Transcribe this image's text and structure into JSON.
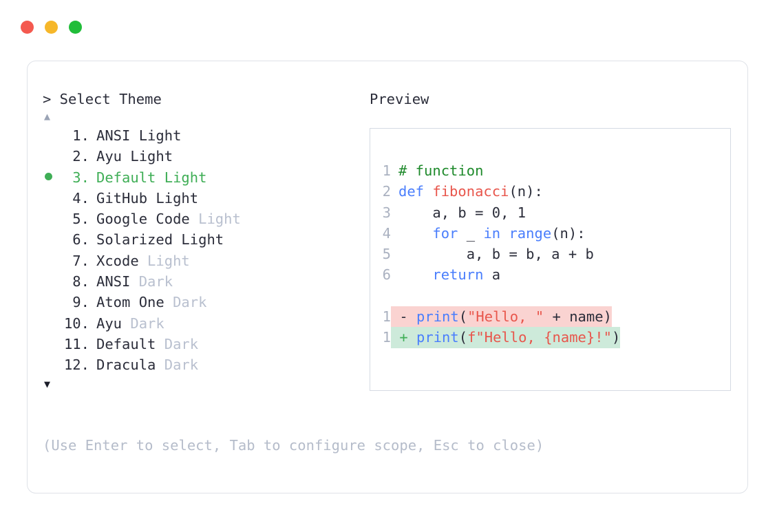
{
  "window": {
    "dots": [
      {
        "name": "close-dot",
        "color": "#f4594f"
      },
      {
        "name": "minimize-dot",
        "color": "#f6b72a"
      },
      {
        "name": "maximize-dot",
        "color": "#20bd39"
      }
    ]
  },
  "selector": {
    "prompt": "> Select Theme",
    "scroll_up_icon": "▲",
    "scroll_down_icon": "▼",
    "selected_index": 3,
    "selected_bullet_icon": "●",
    "items": [
      {
        "index": " 1.",
        "name": "ANSI",
        "suffix": "Light",
        "muted": false,
        "selected": false
      },
      {
        "index": " 2.",
        "name": "Ayu",
        "suffix": "Light",
        "muted": false,
        "selected": false
      },
      {
        "index": " 3.",
        "name": "Default",
        "suffix": "Light",
        "muted": false,
        "selected": true
      },
      {
        "index": " 4.",
        "name": "GitHub",
        "suffix": "Light",
        "muted": false,
        "selected": false
      },
      {
        "index": " 5.",
        "name": "Google Code",
        "suffix": "Light",
        "muted": true,
        "selected": false
      },
      {
        "index": " 6.",
        "name": "Solarized",
        "suffix": "Light",
        "muted": false,
        "selected": false
      },
      {
        "index": " 7.",
        "name": "Xcode",
        "suffix": "Light",
        "muted": true,
        "selected": false
      },
      {
        "index": " 8.",
        "name": "ANSI",
        "suffix": "Dark",
        "muted": true,
        "selected": false
      },
      {
        "index": " 9.",
        "name": "Atom One",
        "suffix": "Dark",
        "muted": true,
        "selected": false
      },
      {
        "index": "10.",
        "name": "Ayu",
        "suffix": "Dark",
        "muted": true,
        "selected": false
      },
      {
        "index": "11.",
        "name": "Default",
        "suffix": "Dark",
        "muted": true,
        "selected": false
      },
      {
        "index": "12.",
        "name": "Dracula",
        "suffix": "Dark",
        "muted": true,
        "selected": false
      }
    ],
    "hint": "(Use Enter to select, Tab to configure scope, Esc to close)"
  },
  "preview": {
    "label": "Preview",
    "code_lines": [
      {
        "n": "1",
        "tokens": [
          {
            "t": "# function",
            "c": "tok-comment"
          }
        ]
      },
      {
        "n": "2",
        "tokens": [
          {
            "t": "def ",
            "c": "tok-keyword"
          },
          {
            "t": "fibonacci",
            "c": "tok-func"
          },
          {
            "t": "(n):",
            "c": "tok-plain"
          }
        ]
      },
      {
        "n": "3",
        "tokens": [
          {
            "t": "    a, b = ",
            "c": "tok-plain"
          },
          {
            "t": "0",
            "c": "tok-number"
          },
          {
            "t": ", ",
            "c": "tok-plain"
          },
          {
            "t": "1",
            "c": "tok-number"
          }
        ]
      },
      {
        "n": "4",
        "tokens": [
          {
            "t": "    ",
            "c": "tok-plain"
          },
          {
            "t": "for",
            "c": "tok-keyword"
          },
          {
            "t": " _ ",
            "c": "tok-plain"
          },
          {
            "t": "in",
            "c": "tok-keyword"
          },
          {
            "t": " ",
            "c": "tok-plain"
          },
          {
            "t": "range",
            "c": "tok-builtin"
          },
          {
            "t": "(n):",
            "c": "tok-plain"
          }
        ]
      },
      {
        "n": "5",
        "tokens": [
          {
            "t": "        a, b = b, a + b",
            "c": "tok-plain"
          }
        ]
      },
      {
        "n": "6",
        "tokens": [
          {
            "t": "    ",
            "c": "tok-plain"
          },
          {
            "t": "return",
            "c": "tok-keyword"
          },
          {
            "t": " a",
            "c": "tok-plain"
          }
        ]
      }
    ],
    "diff_lines": [
      {
        "n": "1",
        "kind": "minus",
        "sign": "-",
        "tokens": [
          {
            "t": "print",
            "c": "tok-builtin"
          },
          {
            "t": "(",
            "c": "tok-plain"
          },
          {
            "t": "\"Hello, \"",
            "c": "tok-string"
          },
          {
            "t": " + name)",
            "c": "tok-plain"
          }
        ]
      },
      {
        "n": "1",
        "kind": "plus",
        "sign": "+",
        "tokens": [
          {
            "t": "print",
            "c": "tok-builtin"
          },
          {
            "t": "(",
            "c": "tok-plain"
          },
          {
            "t": "f\"Hello, ",
            "c": "tok-string"
          },
          {
            "t": "{name}",
            "c": "tok-string"
          },
          {
            "t": "!\"",
            "c": "tok-string"
          },
          {
            "t": ")",
            "c": "tok-plain"
          }
        ]
      }
    ]
  }
}
